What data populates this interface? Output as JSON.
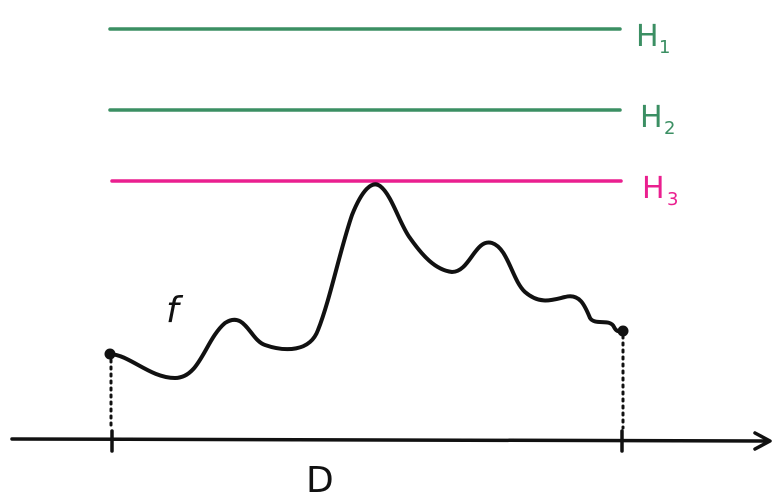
{
  "colors": {
    "line_green": "#3b8f63",
    "line_pink": "#ea1f8f",
    "ink": "#111111"
  },
  "labels": {
    "h1": {
      "main": "H",
      "sub": "1"
    },
    "h2": {
      "main": "H",
      "sub": "2"
    },
    "h3": {
      "main": "H",
      "sub": "3"
    },
    "function": "f",
    "domain": "D"
  }
}
